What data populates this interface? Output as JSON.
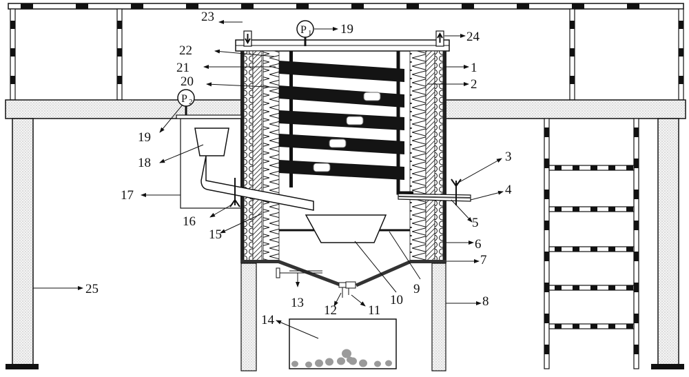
{
  "labels": {
    "n1": "1",
    "n2": "2",
    "n3": "3",
    "n4": "4",
    "n5": "5",
    "n6": "6",
    "n7": "7",
    "n8": "8",
    "n9": "9",
    "n10": "10",
    "n11": "11",
    "n12": "12",
    "n13": "13",
    "n14": "14",
    "n15": "15",
    "n16": "16",
    "n17": "17",
    "n18": "18",
    "n19a": "19",
    "n19b": "19",
    "n20": "20",
    "n21": "21",
    "n22": "22",
    "n23": "23",
    "n24": "24",
    "n25": "25"
  },
  "gauges": {
    "p1": "P",
    "p1_sub": "1",
    "p2": "P",
    "p2_sub": "2"
  },
  "colors": {
    "ink": "#111111",
    "stone": "#9a9a9a",
    "dotfill": "#f2f2f2"
  }
}
